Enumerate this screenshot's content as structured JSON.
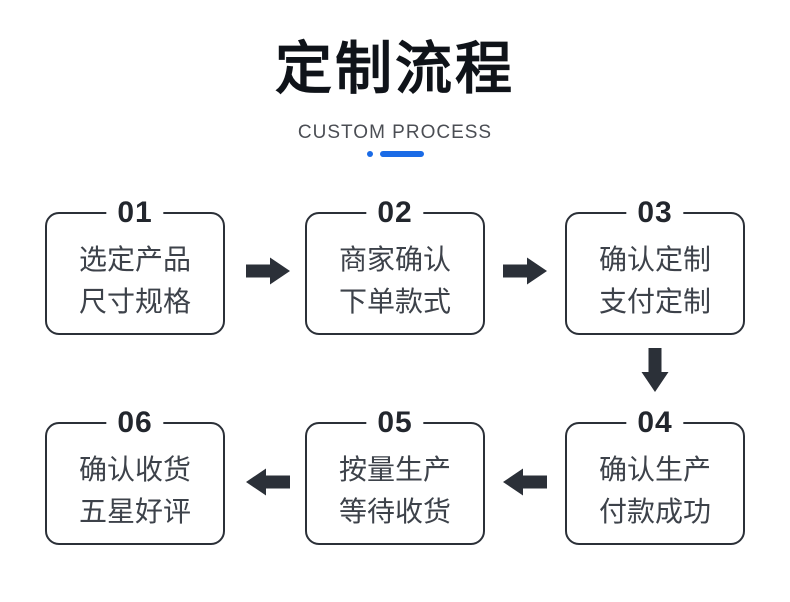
{
  "header": {
    "title": "定制流程",
    "subtitle": "CUSTOM PROCESS"
  },
  "steps": [
    {
      "number": "01",
      "line1": "选定产品",
      "line2": "尺寸规格"
    },
    {
      "number": "02",
      "line1": "商家确认",
      "line2": "下单款式"
    },
    {
      "number": "03",
      "line1": "确认定制",
      "line2": "支付定制"
    },
    {
      "number": "04",
      "line1": "确认生产",
      "line2": "付款成功"
    },
    {
      "number": "05",
      "line1": "按量生产",
      "line2": "等待收货"
    },
    {
      "number": "06",
      "line1": "确认收货",
      "line2": "五星好评"
    }
  ],
  "flow": {
    "arrows": [
      {
        "from": "01",
        "to": "02",
        "direction": "right"
      },
      {
        "from": "02",
        "to": "03",
        "direction": "right"
      },
      {
        "from": "03",
        "to": "04",
        "direction": "down"
      },
      {
        "from": "04",
        "to": "05",
        "direction": "left"
      },
      {
        "from": "05",
        "to": "06",
        "direction": "left"
      }
    ]
  },
  "colors": {
    "ink": "#2b3038",
    "title": "#0f1319",
    "number": "#22262d",
    "text": "#3d424a",
    "subtitle": "#4b4e54",
    "accent": "#1a6be6",
    "bg": "#ffffff"
  }
}
